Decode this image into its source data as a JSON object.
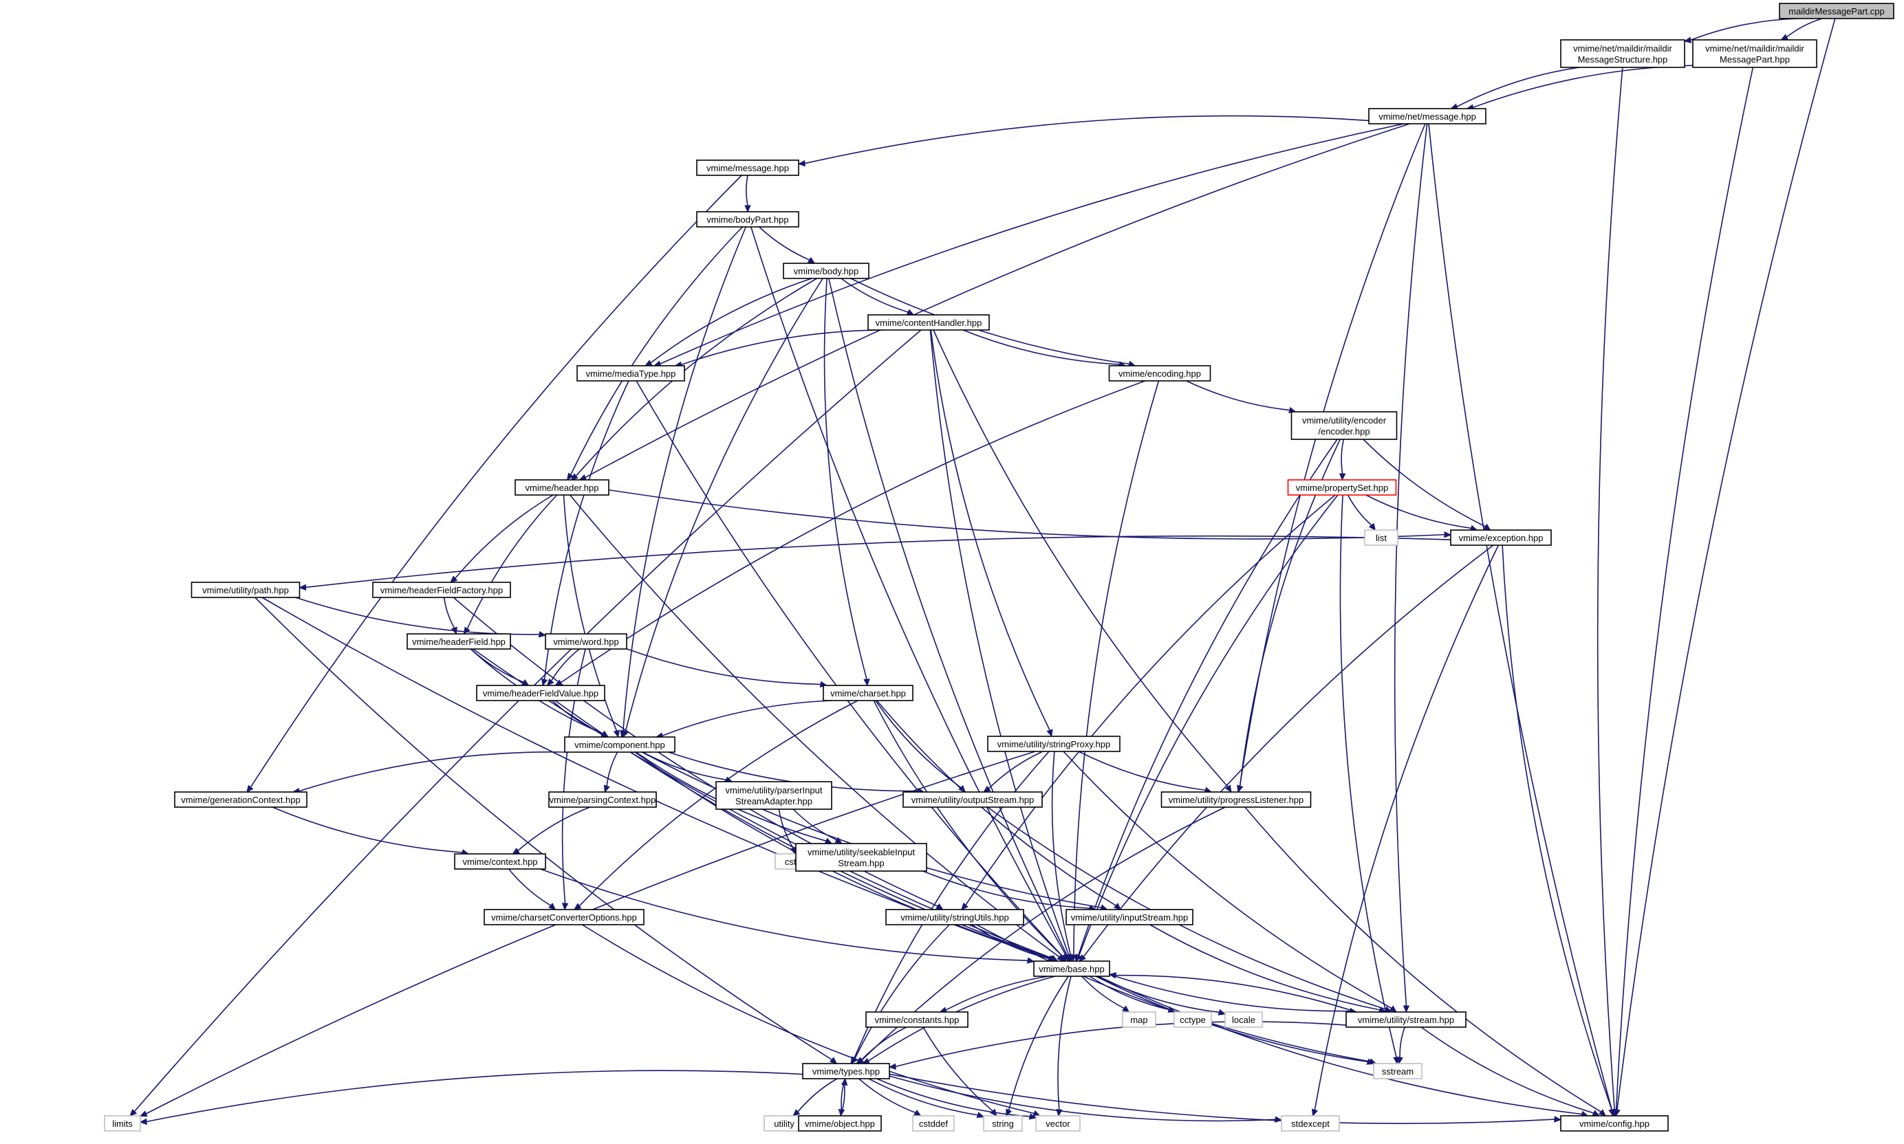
{
  "colors": {
    "edge": "#191970",
    "root_fill": "#bfbfbf",
    "node_border": "#000000",
    "sys_border": "#bfbfbf",
    "broken_border": "#ff0000"
  },
  "nodes": [
    {
      "id": "root",
      "lines": [
        "maildirMessagePart.cpp"
      ],
      "kind": "root"
    },
    {
      "id": "msgstruct",
      "lines": [
        "vmime/net/maildir/maildir",
        "MessageStructure.hpp"
      ],
      "kind": "file"
    },
    {
      "id": "msgpart",
      "lines": [
        "vmime/net/maildir/maildir",
        "MessagePart.hpp"
      ],
      "kind": "file"
    },
    {
      "id": "netmsg",
      "lines": [
        "vmime/net/message.hpp"
      ],
      "kind": "file"
    },
    {
      "id": "message",
      "lines": [
        "vmime/message.hpp"
      ],
      "kind": "file"
    },
    {
      "id": "bodypart",
      "lines": [
        "vmime/bodyPart.hpp"
      ],
      "kind": "file"
    },
    {
      "id": "body",
      "lines": [
        "vmime/body.hpp"
      ],
      "kind": "file"
    },
    {
      "id": "contenthandler",
      "lines": [
        "vmime/contentHandler.hpp"
      ],
      "kind": "file"
    },
    {
      "id": "mediatype",
      "lines": [
        "vmime/mediaType.hpp"
      ],
      "kind": "file"
    },
    {
      "id": "encoding",
      "lines": [
        "vmime/encoding.hpp"
      ],
      "kind": "file"
    },
    {
      "id": "encoder",
      "lines": [
        "vmime/utility/encoder",
        "/encoder.hpp"
      ],
      "kind": "file"
    },
    {
      "id": "propertyset",
      "lines": [
        "vmime/propertySet.hpp"
      ],
      "kind": "broken"
    },
    {
      "id": "list",
      "lines": [
        "list"
      ],
      "kind": "sys"
    },
    {
      "id": "header",
      "lines": [
        "vmime/header.hpp"
      ],
      "kind": "file"
    },
    {
      "id": "exception",
      "lines": [
        "vmime/exception.hpp"
      ],
      "kind": "file"
    },
    {
      "id": "path",
      "lines": [
        "vmime/utility/path.hpp"
      ],
      "kind": "file"
    },
    {
      "id": "hff",
      "lines": [
        "vmime/headerFieldFactory.hpp"
      ],
      "kind": "file"
    },
    {
      "id": "headerfield",
      "lines": [
        "vmime/headerField.hpp"
      ],
      "kind": "file"
    },
    {
      "id": "word",
      "lines": [
        "vmime/word.hpp"
      ],
      "kind": "file"
    },
    {
      "id": "hfv",
      "lines": [
        "vmime/headerFieldValue.hpp"
      ],
      "kind": "file"
    },
    {
      "id": "charset",
      "lines": [
        "vmime/charset.hpp"
      ],
      "kind": "file"
    },
    {
      "id": "stringproxy",
      "lines": [
        "vmime/utility/stringProxy.hpp"
      ],
      "kind": "file"
    },
    {
      "id": "component",
      "lines": [
        "vmime/component.hpp"
      ],
      "kind": "file"
    },
    {
      "id": "gencontext",
      "lines": [
        "vmime/generationContext.hpp"
      ],
      "kind": "file"
    },
    {
      "id": "parsingcontext",
      "lines": [
        "vmime/parsingContext.hpp"
      ],
      "kind": "file"
    },
    {
      "id": "pisa",
      "lines": [
        "vmime/utility/parserInput",
        "StreamAdapter.hpp"
      ],
      "kind": "file"
    },
    {
      "id": "outputstream",
      "lines": [
        "vmime/utility/outputStream.hpp"
      ],
      "kind": "file"
    },
    {
      "id": "progress",
      "lines": [
        "vmime/utility/progressListener.hpp"
      ],
      "kind": "file"
    },
    {
      "id": "cstring",
      "lines": [
        "cstring"
      ],
      "kind": "sys"
    },
    {
      "id": "context",
      "lines": [
        "vmime/context.hpp"
      ],
      "kind": "file"
    },
    {
      "id": "seekable",
      "lines": [
        "vmime/utility/seekableInput",
        "Stream.hpp"
      ],
      "kind": "file"
    },
    {
      "id": "cco",
      "lines": [
        "vmime/charsetConverterOptions.hpp"
      ],
      "kind": "file"
    },
    {
      "id": "stringutils",
      "lines": [
        "vmime/utility/stringUtils.hpp"
      ],
      "kind": "file"
    },
    {
      "id": "inputstream",
      "lines": [
        "vmime/utility/inputStream.hpp"
      ],
      "kind": "file"
    },
    {
      "id": "base",
      "lines": [
        "vmime/base.hpp"
      ],
      "kind": "file"
    },
    {
      "id": "constants",
      "lines": [
        "vmime/constants.hpp"
      ],
      "kind": "file"
    },
    {
      "id": "map",
      "lines": [
        "map"
      ],
      "kind": "sys"
    },
    {
      "id": "cctype",
      "lines": [
        "cctype"
      ],
      "kind": "sys"
    },
    {
      "id": "locale",
      "lines": [
        "locale"
      ],
      "kind": "sys"
    },
    {
      "id": "stream",
      "lines": [
        "vmime/utility/stream.hpp"
      ],
      "kind": "file"
    },
    {
      "id": "sstream",
      "lines": [
        "sstream"
      ],
      "kind": "sys"
    },
    {
      "id": "types",
      "lines": [
        "vmime/types.hpp"
      ],
      "kind": "file"
    },
    {
      "id": "limits",
      "lines": [
        "limits"
      ],
      "kind": "sys"
    },
    {
      "id": "utility",
      "lines": [
        "utility"
      ],
      "kind": "sys"
    },
    {
      "id": "object",
      "lines": [
        "vmime/object.hpp"
      ],
      "kind": "file"
    },
    {
      "id": "cstddef",
      "lines": [
        "cstddef"
      ],
      "kind": "sys"
    },
    {
      "id": "string",
      "lines": [
        "string"
      ],
      "kind": "sys"
    },
    {
      "id": "vector",
      "lines": [
        "vector"
      ],
      "kind": "sys"
    },
    {
      "id": "stdexcept",
      "lines": [
        "stdexcept"
      ],
      "kind": "sys"
    },
    {
      "id": "config",
      "lines": [
        "vmime/config.hpp"
      ],
      "kind": "file"
    }
  ],
  "edges": [
    [
      "root",
      "msgstruct"
    ],
    [
      "root",
      "msgpart"
    ],
    [
      "root",
      "config"
    ],
    [
      "msgstruct",
      "netmsg"
    ],
    [
      "msgstruct",
      "config"
    ],
    [
      "msgpart",
      "netmsg"
    ],
    [
      "msgpart",
      "config"
    ],
    [
      "netmsg",
      "message"
    ],
    [
      "netmsg",
      "header"
    ],
    [
      "netmsg",
      "mediatype"
    ],
    [
      "netmsg",
      "progress"
    ],
    [
      "netmsg",
      "stream"
    ],
    [
      "netmsg",
      "config"
    ],
    [
      "message",
      "bodypart"
    ],
    [
      "message",
      "gencontext"
    ],
    [
      "bodypart",
      "body"
    ],
    [
      "bodypart",
      "header"
    ],
    [
      "bodypart",
      "component"
    ],
    [
      "bodypart",
      "base"
    ],
    [
      "body",
      "contenthandler"
    ],
    [
      "body",
      "encoding"
    ],
    [
      "body",
      "mediatype"
    ],
    [
      "body",
      "header"
    ],
    [
      "body",
      "charset"
    ],
    [
      "body",
      "component"
    ],
    [
      "body",
      "base"
    ],
    [
      "contenthandler",
      "mediatype"
    ],
    [
      "contenthandler",
      "encoding"
    ],
    [
      "contenthandler",
      "limits"
    ],
    [
      "contenthandler",
      "stringproxy"
    ],
    [
      "contenthandler",
      "progress"
    ],
    [
      "contenthandler",
      "base"
    ],
    [
      "mediatype",
      "hfv"
    ],
    [
      "mediatype",
      "base"
    ],
    [
      "encoding",
      "encoder"
    ],
    [
      "encoding",
      "hfv"
    ],
    [
      "encoding",
      "base"
    ],
    [
      "encoder",
      "propertyset"
    ],
    [
      "encoder",
      "exception"
    ],
    [
      "encoder",
      "progress"
    ],
    [
      "encoder",
      "base"
    ],
    [
      "propertyset",
      "list"
    ],
    [
      "propertyset",
      "exception"
    ],
    [
      "propertyset",
      "stringutils"
    ],
    [
      "propertyset",
      "base"
    ],
    [
      "propertyset",
      "sstream"
    ],
    [
      "header",
      "exception"
    ],
    [
      "header",
      "hff"
    ],
    [
      "header",
      "headerfield"
    ],
    [
      "header",
      "component"
    ],
    [
      "header",
      "base"
    ],
    [
      "exception",
      "path"
    ],
    [
      "exception",
      "base"
    ],
    [
      "exception",
      "config"
    ],
    [
      "exception",
      "stdexcept"
    ],
    [
      "path",
      "word"
    ],
    [
      "path",
      "types"
    ],
    [
      "path",
      "base"
    ],
    [
      "hff",
      "headerfield"
    ],
    [
      "hff",
      "stringutils"
    ],
    [
      "headerfield",
      "hfv"
    ],
    [
      "headerfield",
      "component"
    ],
    [
      "headerfield",
      "base"
    ],
    [
      "word",
      "hfv"
    ],
    [
      "word",
      "charset"
    ],
    [
      "word",
      "cco"
    ],
    [
      "hfv",
      "component"
    ],
    [
      "hfv",
      "base"
    ],
    [
      "charset",
      "component"
    ],
    [
      "charset",
      "outputstream"
    ],
    [
      "charset",
      "cco"
    ],
    [
      "charset",
      "inputstream"
    ],
    [
      "charset",
      "base"
    ],
    [
      "stringproxy",
      "outputstream"
    ],
    [
      "stringproxy",
      "progress"
    ],
    [
      "stringproxy",
      "limits"
    ],
    [
      "stringproxy",
      "stream"
    ],
    [
      "stringproxy",
      "types"
    ],
    [
      "stringproxy",
      "base"
    ],
    [
      "component",
      "gencontext"
    ],
    [
      "component",
      "parsingcontext"
    ],
    [
      "component",
      "pisa"
    ],
    [
      "component",
      "outputstream"
    ],
    [
      "component",
      "seekable"
    ],
    [
      "component",
      "inputstream"
    ],
    [
      "component",
      "base"
    ],
    [
      "gencontext",
      "context"
    ],
    [
      "parsingcontext",
      "context"
    ],
    [
      "pisa",
      "cstring"
    ],
    [
      "pisa",
      "seekable"
    ],
    [
      "outputstream",
      "stream"
    ],
    [
      "progress",
      "types"
    ],
    [
      "progress",
      "config"
    ],
    [
      "context",
      "cco"
    ],
    [
      "context",
      "base"
    ],
    [
      "seekable",
      "inputstream"
    ],
    [
      "cco",
      "vector"
    ],
    [
      "stringutils",
      "base"
    ],
    [
      "stringutils",
      "types"
    ],
    [
      "stringutils",
      "sstream"
    ],
    [
      "inputstream",
      "stream"
    ],
    [
      "base",
      "constants"
    ],
    [
      "base",
      "map"
    ],
    [
      "base",
      "cctype"
    ],
    [
      "base",
      "locale"
    ],
    [
      "base",
      "stream"
    ],
    [
      "base",
      "sstream"
    ],
    [
      "base",
      "types"
    ],
    [
      "base",
      "string"
    ],
    [
      "base",
      "vector"
    ],
    [
      "base",
      "config"
    ],
    [
      "stream",
      "base"
    ],
    [
      "stream",
      "types"
    ],
    [
      "stream",
      "sstream"
    ],
    [
      "stream",
      "config"
    ],
    [
      "constants",
      "types"
    ],
    [
      "constants",
      "string"
    ],
    [
      "types",
      "limits"
    ],
    [
      "types",
      "utility"
    ],
    [
      "types",
      "object"
    ],
    [
      "types",
      "cstddef"
    ],
    [
      "types",
      "string"
    ],
    [
      "types",
      "vector"
    ],
    [
      "types",
      "stdexcept"
    ],
    [
      "types",
      "config"
    ],
    [
      "object",
      "types"
    ]
  ]
}
